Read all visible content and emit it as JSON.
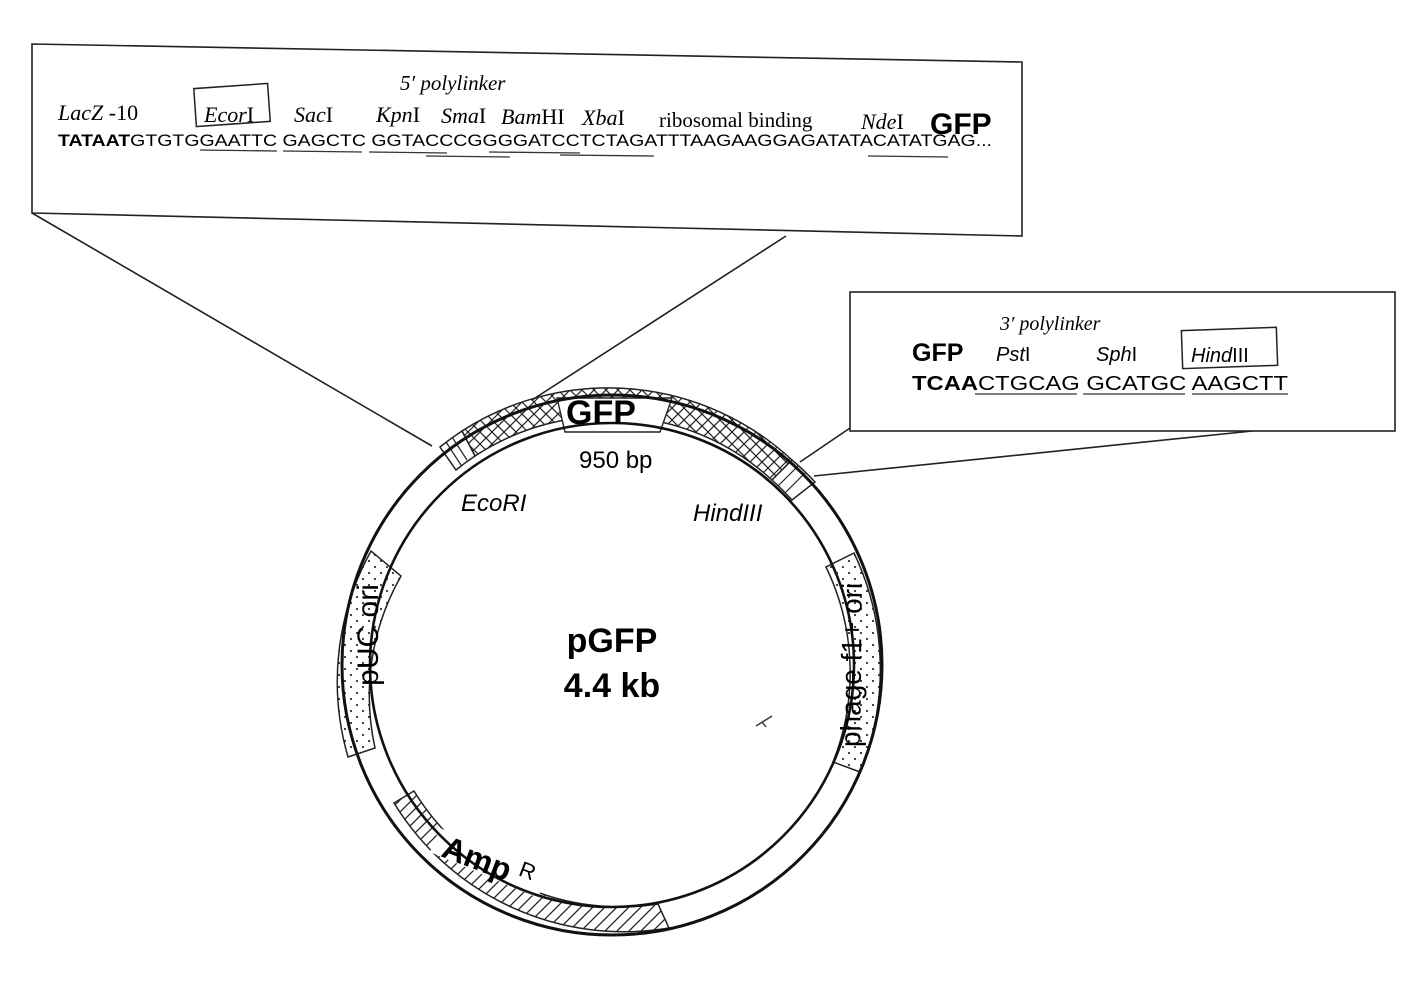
{
  "polylinker5": {
    "title": "5′ polylinker",
    "lacz_label": "LacZ -10",
    "sites": [
      {
        "name": "Ecor",
        "suffix": "I"
      },
      {
        "name": "Sac",
        "suffix": "I"
      },
      {
        "name": "Kpn",
        "suffix": "I"
      },
      {
        "name": "Sma",
        "suffix": "I"
      },
      {
        "name": "Bam",
        "suffix": "HI"
      },
      {
        "name": "Xba",
        "suffix": "I"
      },
      {
        "name": "",
        "suffix": "ribosomal binding"
      },
      {
        "name": "Nde",
        "suffix": "I"
      }
    ],
    "gene": "GFP",
    "sequence_bold": "TATAAT",
    "sequence_rest": "GTGTGGAATTC GAGCTC GGTACCCGGGGATCCTCTAGATTTAAGAAGGAGATATACATATGAG..."
  },
  "polylinker3": {
    "title": "3′ polylinker",
    "gene": "GFP",
    "sites": [
      {
        "name": "Pst",
        "suffix": "I"
      },
      {
        "name": "Sph",
        "suffix": "I"
      },
      {
        "name": "Hind",
        "suffix": "III"
      }
    ],
    "sequence_bold": "TCAA",
    "sequence_rest": "CTGCAG GCATGC AAGCTT"
  },
  "plasmid": {
    "name": "pGFP",
    "size": "4.4 kb",
    "gfp_label": "GFP",
    "gfp_size": "950 bp",
    "ecori": "EcoRI",
    "hindiii": "HindIII",
    "puc_ori": "pUC ori",
    "f1_ori": "phage f1+ ori",
    "amp": "Amp",
    "amp_sup": "R"
  }
}
